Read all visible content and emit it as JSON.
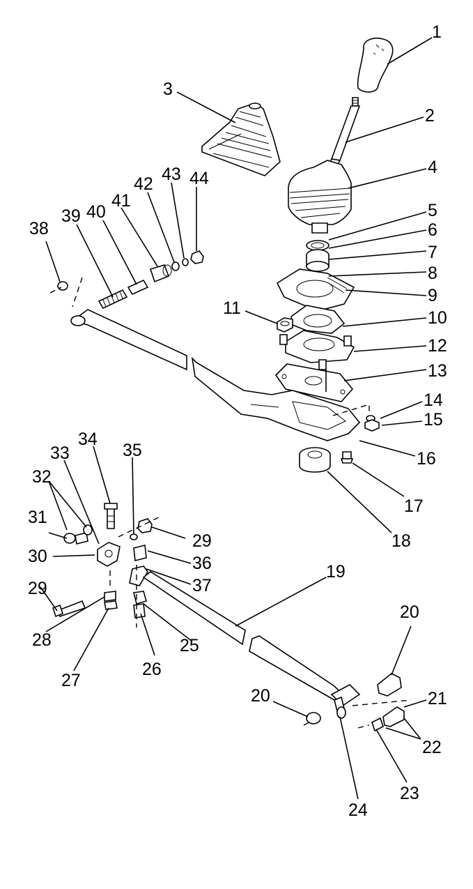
{
  "callouts": [
    {
      "id": "1",
      "text": "1"
    },
    {
      "id": "2",
      "text": "2"
    },
    {
      "id": "3",
      "text": "3"
    },
    {
      "id": "4",
      "text": "4"
    },
    {
      "id": "5",
      "text": "5"
    },
    {
      "id": "6",
      "text": "6"
    },
    {
      "id": "7",
      "text": "7"
    },
    {
      "id": "8",
      "text": "8"
    },
    {
      "id": "9",
      "text": "9"
    },
    {
      "id": "10",
      "text": "10"
    },
    {
      "id": "11",
      "text": "11"
    },
    {
      "id": "12",
      "text": "12"
    },
    {
      "id": "13",
      "text": "13"
    },
    {
      "id": "14",
      "text": "14"
    },
    {
      "id": "15",
      "text": "15"
    },
    {
      "id": "16",
      "text": "16"
    },
    {
      "id": "17",
      "text": "17"
    },
    {
      "id": "18",
      "text": "18"
    },
    {
      "id": "19",
      "text": "19"
    },
    {
      "id": "20a",
      "text": "20"
    },
    {
      "id": "20b",
      "text": "20"
    },
    {
      "id": "21",
      "text": "21"
    },
    {
      "id": "22",
      "text": "22"
    },
    {
      "id": "23",
      "text": "23"
    },
    {
      "id": "24",
      "text": "24"
    },
    {
      "id": "25",
      "text": "25"
    },
    {
      "id": "26",
      "text": "26"
    },
    {
      "id": "27",
      "text": "27"
    },
    {
      "id": "28",
      "text": "28"
    },
    {
      "id": "29a",
      "text": "29"
    },
    {
      "id": "29b",
      "text": "29"
    },
    {
      "id": "30",
      "text": "30"
    },
    {
      "id": "31",
      "text": "31"
    },
    {
      "id": "32",
      "text": "32"
    },
    {
      "id": "33",
      "text": "33"
    },
    {
      "id": "34",
      "text": "34"
    },
    {
      "id": "35",
      "text": "35"
    },
    {
      "id": "36",
      "text": "36"
    },
    {
      "id": "37",
      "text": "37"
    },
    {
      "id": "38",
      "text": "38"
    },
    {
      "id": "39",
      "text": "39"
    },
    {
      "id": "40",
      "text": "40"
    },
    {
      "id": "41",
      "text": "41"
    },
    {
      "id": "42",
      "text": "42"
    },
    {
      "id": "43",
      "text": "43"
    },
    {
      "id": "44",
      "text": "44"
    }
  ]
}
